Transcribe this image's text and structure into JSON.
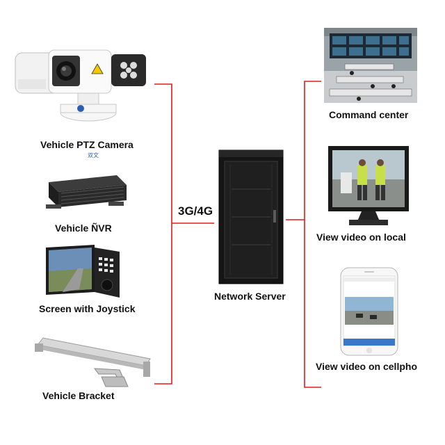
{
  "left_devices": [
    {
      "label": "Vehicle PTZ Camera",
      "icon": "ptz-camera-icon",
      "logo_text": "双文"
    },
    {
      "label": "Vehicle ÑVR",
      "icon": "nvr-box-icon"
    },
    {
      "label": "Screen with Joystick",
      "icon": "monitor-joystick-icon"
    },
    {
      "label": "Vehicle Bracket",
      "icon": "mounting-bracket-icon"
    }
  ],
  "link_label": "3G/4G",
  "center": {
    "label": "Network Server",
    "icon": "server-rack-icon"
  },
  "right_devices": [
    {
      "label": "Command center",
      "icon": "control-room-photo"
    },
    {
      "label": "View video on local",
      "icon": "desktop-monitor-icon"
    },
    {
      "label": "View video on cellpho",
      "icon": "smartphone-icon"
    }
  ],
  "colors": {
    "wire": "#e01a1a",
    "text": "#111111",
    "rack": "#1a1a1a"
  }
}
